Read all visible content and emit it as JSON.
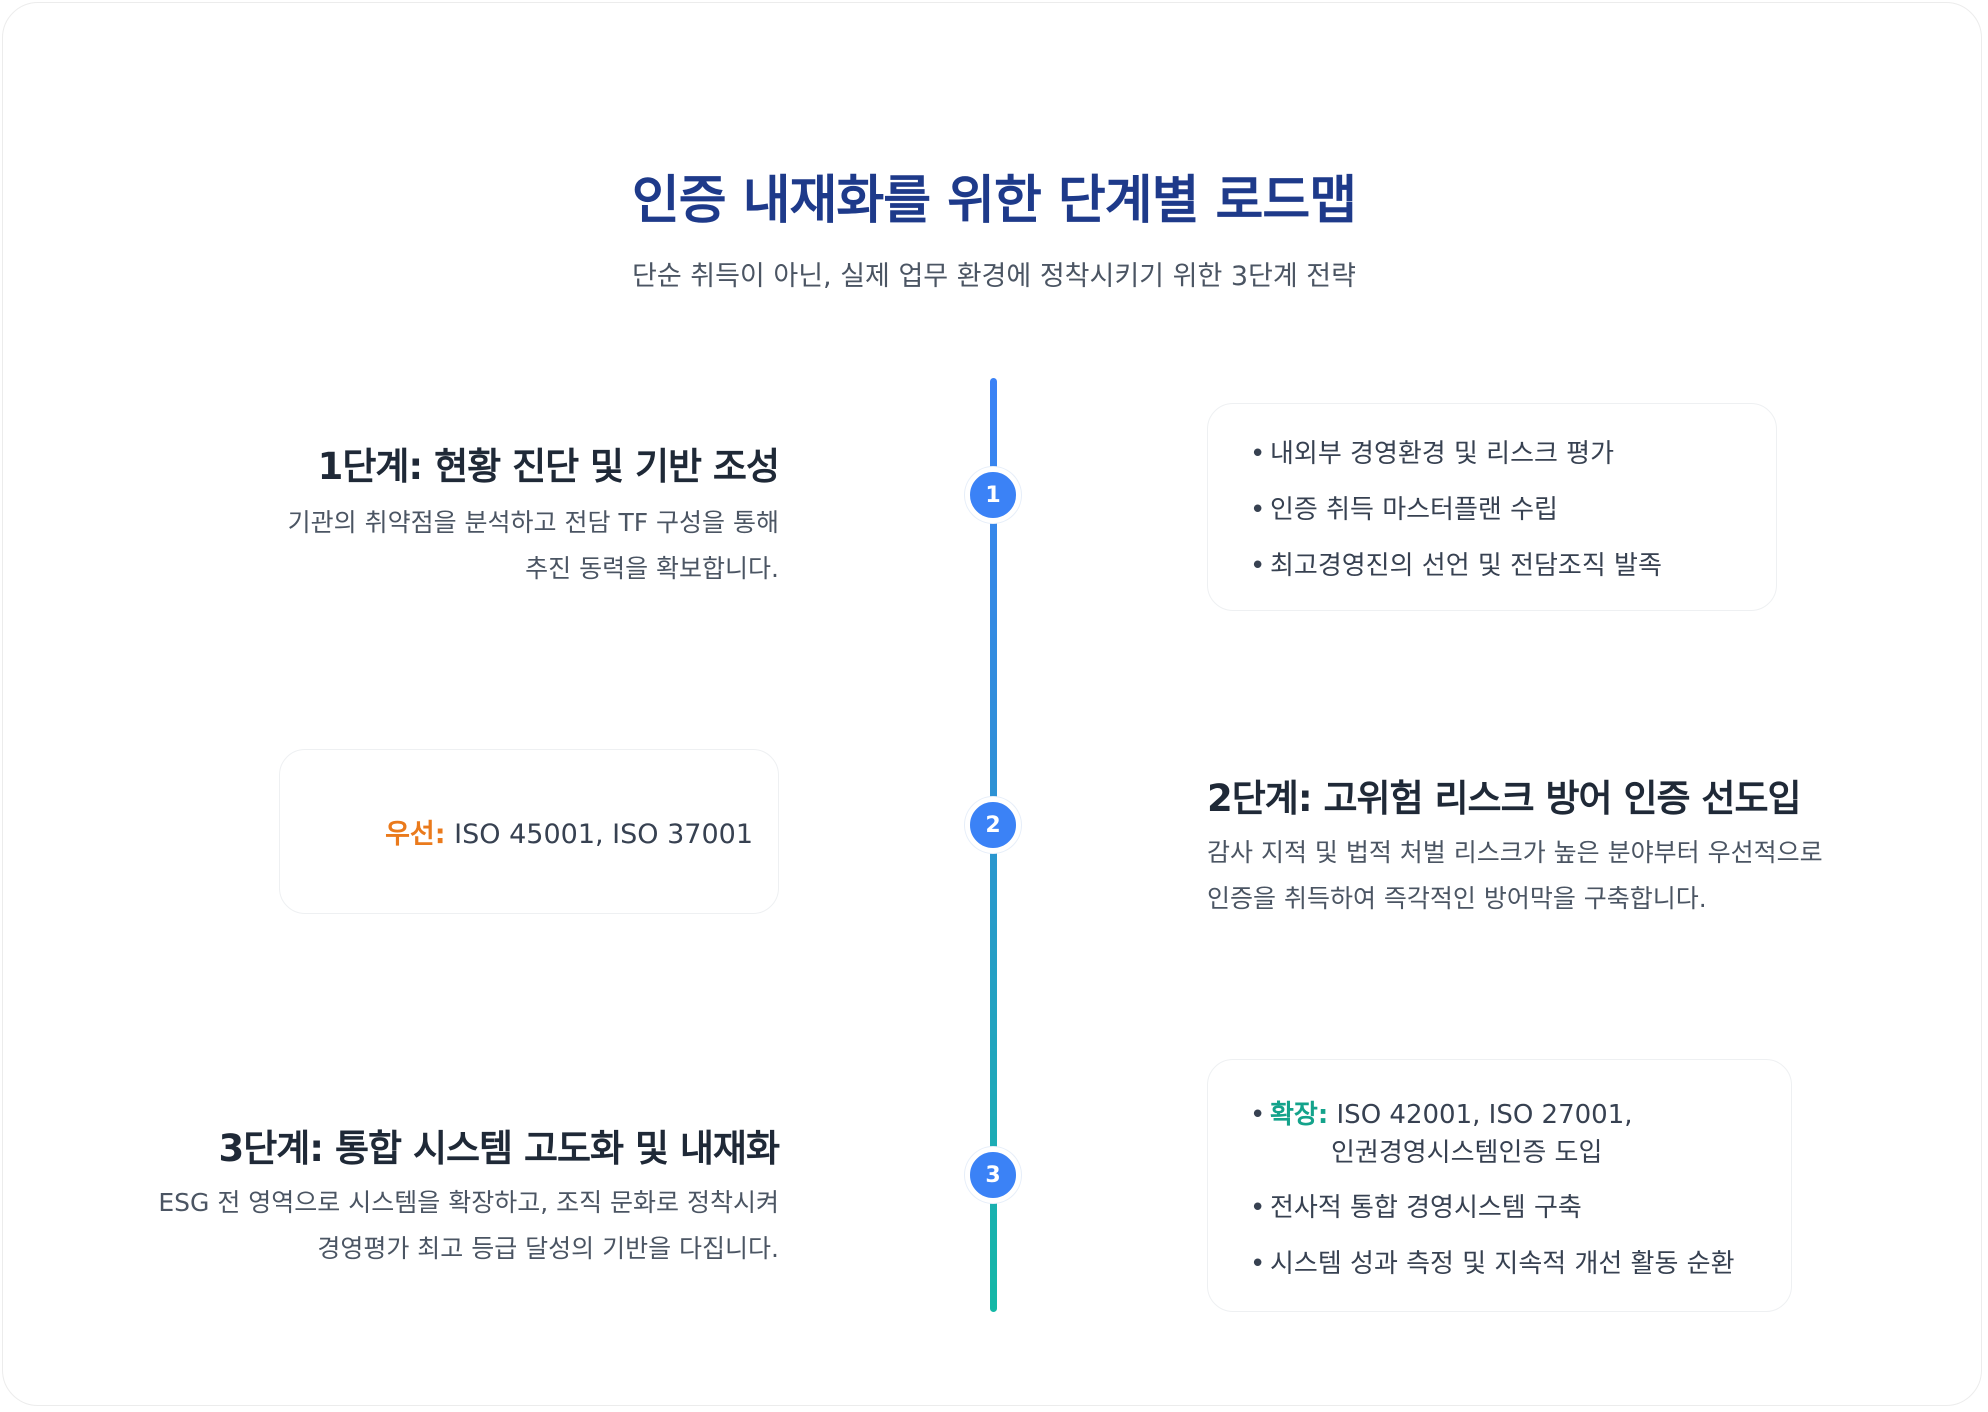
{
  "title": "인증 내재화를 위한 단계별 로드맵",
  "subtitle": "단순 취득이 아닌, 실제 업무 환경에 정착시키기 위한 3단계 전략",
  "colors": {
    "title": "#1e3a8a",
    "line_top": "#3b82f6",
    "line_bottom": "#14b8a6",
    "priority": "#ea7a1c",
    "expand": "#14a38b"
  },
  "steps": [
    {
      "number": "1",
      "heading": "1단계: 현황 진단 및 기반 조성",
      "desc": [
        "기관의 취약점을 분석하고 전담 TF 구성을 통해",
        "추진 동력을 확보합니다."
      ],
      "items": [
        "내외부 경영환경 및 리스크 평가",
        "인증 취득 마스터플랜 수립",
        "최고경영진의 선언 및 전담조직 발족"
      ]
    },
    {
      "number": "2",
      "heading": "2단계: 고위험 리스크 방어 인증 선도입",
      "desc": [
        "감사 지적 및 법적 처벌 리스크가 높은 분야부터 우선적으로",
        "인증을 취득하여 즉각적인 방어막을 구축합니다."
      ],
      "priority_label": "우선:",
      "priority_value": "ISO 45001, ISO 37001"
    },
    {
      "number": "3",
      "heading": "3단계: 통합 시스템 고도화 및 내재화",
      "desc": [
        "ESG 전 영역으로 시스템을 확장하고, 조직 문화로 정착시켜",
        "경영평가 최고 등급 달성의 기반을 다집니다."
      ],
      "expand_label": "확장:",
      "expand_value_1": "ISO 42001, ISO 27001,",
      "expand_value_2": "인권경영시스템인증 도입",
      "items": [
        "전사적 통합 경영시스템 구축",
        "시스템 성과 측정 및 지속적 개선 활동 순환"
      ]
    }
  ]
}
